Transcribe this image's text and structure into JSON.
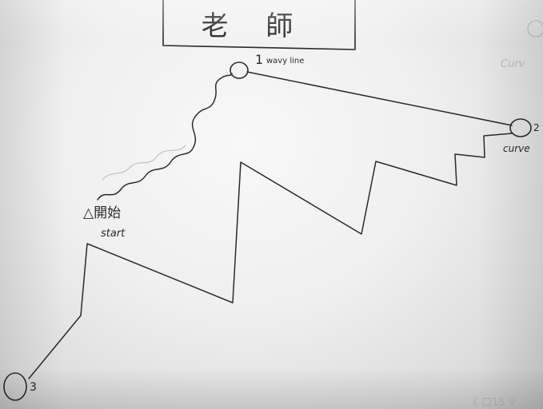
{
  "sheet": {
    "title_box_text": "老 師",
    "labels": {
      "wavy_line_number": "1",
      "wavy_line_text": "wavy line",
      "start_cjk": "△開始",
      "start_en": "start",
      "curve_number": "2",
      "curve_text": "curve",
      "end_number": "3",
      "faint_top_right": "Curv",
      "faint_bottom_right": "《 口15 V"
    }
  },
  "colors": {
    "pencil": "#2a2a2a",
    "paper": "#efefef"
  }
}
